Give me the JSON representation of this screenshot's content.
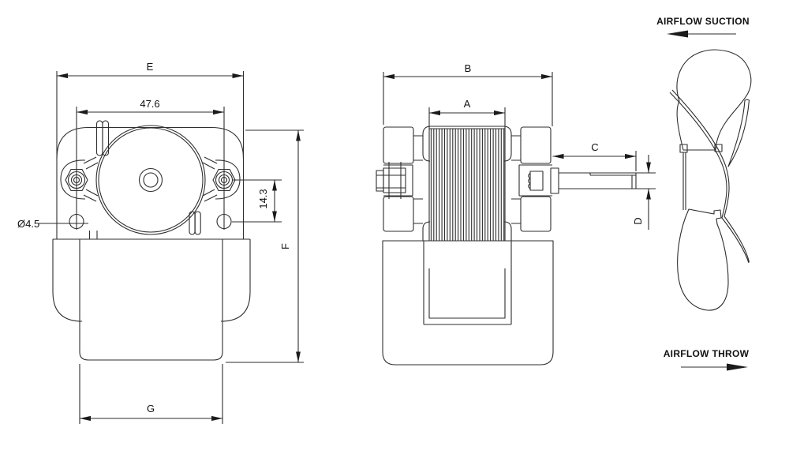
{
  "page": {
    "background": "#ffffff",
    "line_color": "#2e2e2e",
    "text_color": "#111111"
  },
  "front_view": {
    "dim_overall_width": "E",
    "dim_mount_hole_spacing": "47.6",
    "dim_hole_vertical_offset": "14.3",
    "dim_hole_diameter": "Ø4.5",
    "dim_overall_height": "F",
    "dim_bracket_width": "G"
  },
  "side_view": {
    "dim_overall_depth": "B",
    "dim_stack_width": "A",
    "dim_shaft_length": "C",
    "dim_shaft_diameter": "D"
  },
  "impeller": {
    "suction_label": "AIRFLOW SUCTION",
    "throw_label": "AIRFLOW THROW"
  }
}
